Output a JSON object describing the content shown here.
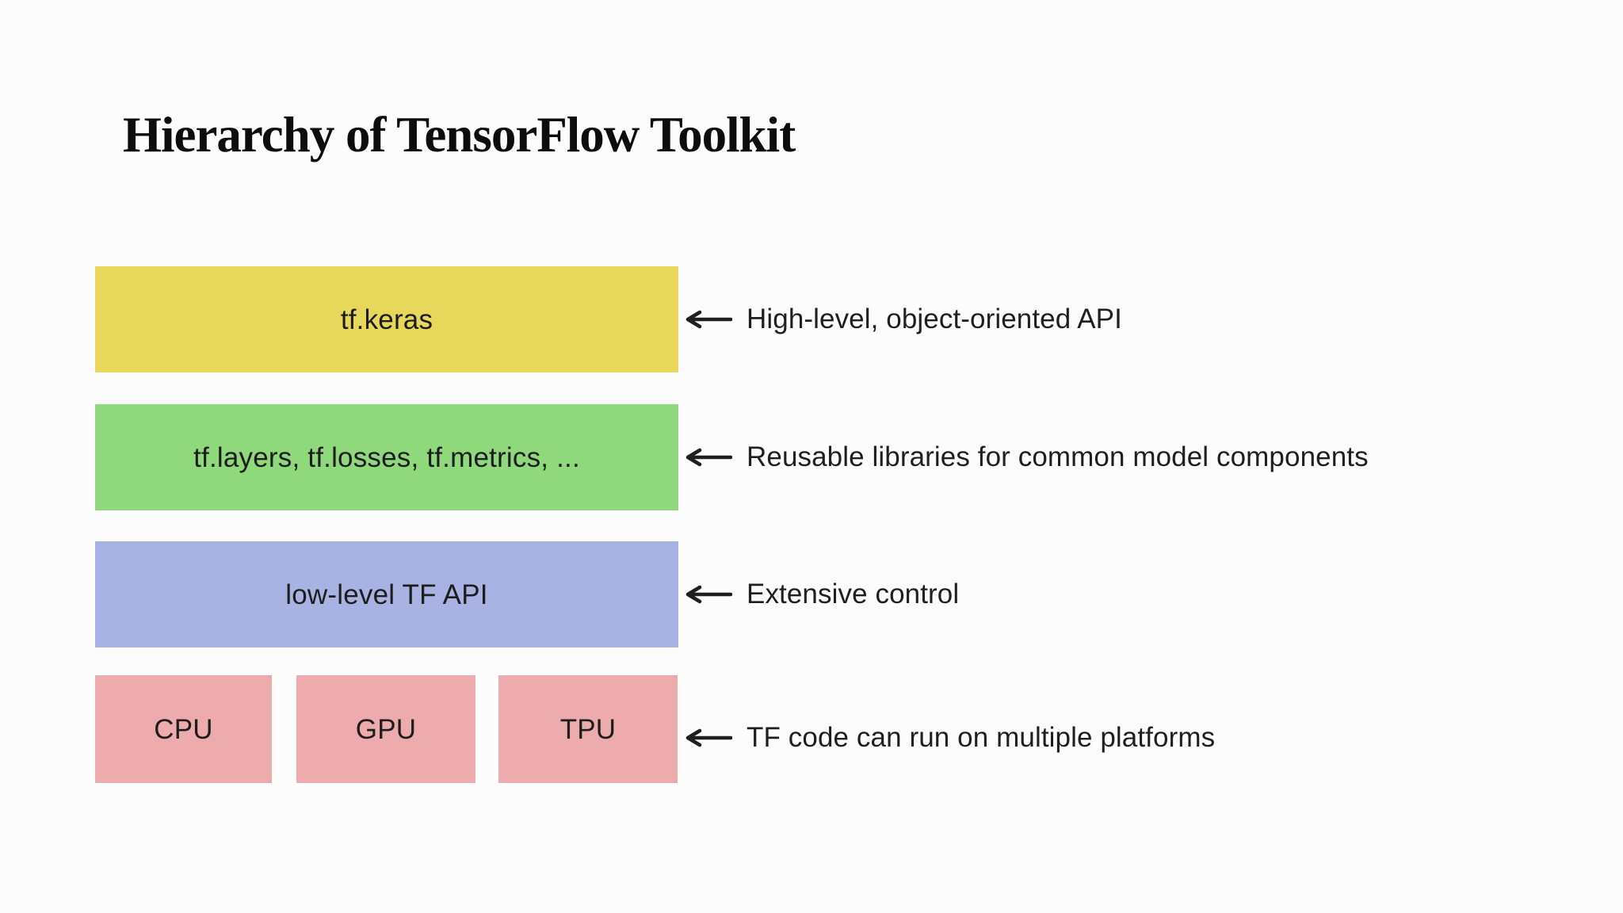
{
  "slide": {
    "title": "Hierarchy of TensorFlow Toolkit",
    "background": "#fcfcfc",
    "ink": "#1f1f1f"
  },
  "icons": {
    "annotation_pointer": "left-arrow-icon"
  },
  "layers": [
    {
      "label": "tf.keras",
      "color": "#e7d85c",
      "annotation": "High-level, object-oriented API"
    },
    {
      "label": "tf.layers, tf.losses, tf.metrics, ...",
      "color": "#8fd87c",
      "annotation": "Reusable libraries for common model components"
    },
    {
      "label": "low-level TF API",
      "color": "#a9b3e3",
      "annotation": "Extensive control"
    },
    {
      "platforms": [
        "CPU",
        "GPU",
        "TPU"
      ],
      "color": "#edabae",
      "annotation": "TF code can run on multiple platforms"
    }
  ]
}
